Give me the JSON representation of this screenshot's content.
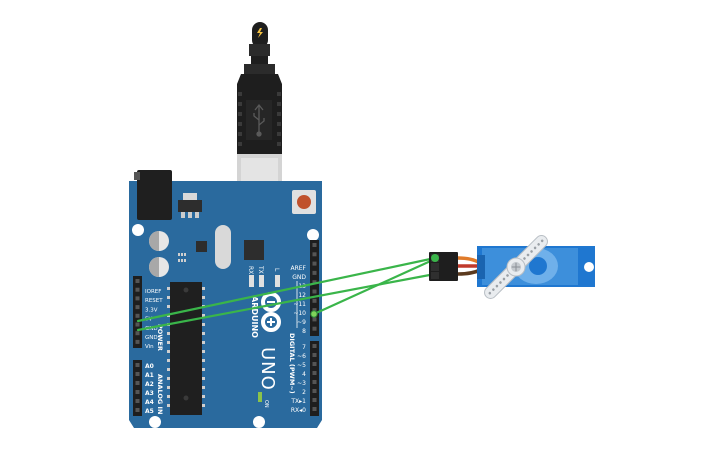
{
  "board": {
    "brand": "ARDUINO",
    "model": "UNO",
    "on_label": "ON",
    "tx_label": "TX",
    "rx_label": "RX",
    "l_label": "L",
    "power_header_label": "POWER",
    "analog_header_label": "ANALOG IN",
    "digital_header_label": "DIGITAL (PWM~)",
    "power_pins": [
      "IOREF",
      "RESET",
      "3.3V",
      "5V",
      "GND",
      "GND",
      "Vin"
    ],
    "analog_pins": [
      "A0",
      "A1",
      "A2",
      "A3",
      "A4",
      "A5"
    ],
    "digital_pins_top": [
      "AREF",
      "GND",
      "13",
      "12",
      "~11",
      "~10",
      "~9",
      "8"
    ],
    "digital_pins_bottom": [
      "7",
      "~6",
      "~5",
      "4",
      "~3",
      "2",
      "TX▸1",
      "RX◂0"
    ]
  },
  "colors": {
    "board_blue": "#2a6a9e",
    "wire_green": "#3ab54a",
    "servo_blue": "#1f77d0",
    "usb_black": "#1e1e1e",
    "reset_red": "#c0512c"
  },
  "icons": {
    "usb": "usb-icon",
    "lightning": "lightning-icon"
  }
}
